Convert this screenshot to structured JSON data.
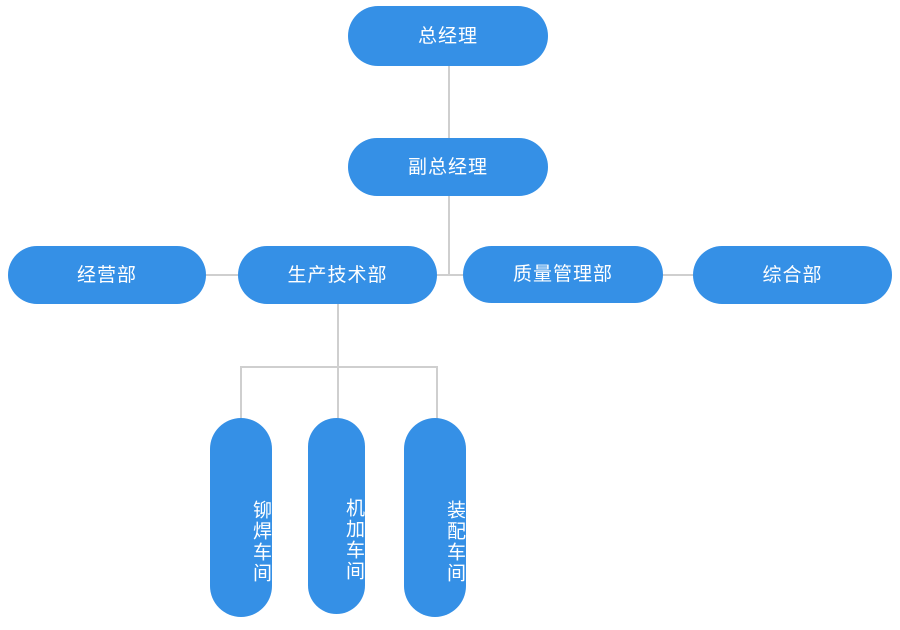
{
  "diagram": {
    "type": "organization-chart",
    "title": "",
    "colors": {
      "node_fill": "#3590e6",
      "node_text": "#ffffff",
      "connector": "#cfcfcf",
      "background": "#ffffff"
    },
    "levels": [
      {
        "level": 1,
        "nodes": [
          {
            "id": "gm",
            "label": "总经理",
            "orientation": "horizontal"
          }
        ]
      },
      {
        "level": 2,
        "nodes": [
          {
            "id": "dgm",
            "label": "副总经理",
            "orientation": "horizontal"
          }
        ]
      },
      {
        "level": 3,
        "nodes": [
          {
            "id": "dept-business",
            "label": "经营部",
            "orientation": "horizontal"
          },
          {
            "id": "dept-production",
            "label": "生产技术部",
            "orientation": "horizontal"
          },
          {
            "id": "dept-quality",
            "label": "质量管理部",
            "orientation": "horizontal"
          },
          {
            "id": "dept-general",
            "label": "综合部",
            "orientation": "horizontal"
          }
        ]
      },
      {
        "level": 4,
        "nodes": [
          {
            "id": "shop-weld",
            "label": "铆焊车间",
            "orientation": "vertical"
          },
          {
            "id": "shop-machining",
            "label": "机加车间",
            "orientation": "vertical"
          },
          {
            "id": "shop-assembly",
            "label": "装配车间",
            "orientation": "vertical"
          }
        ]
      }
    ],
    "edges": [
      {
        "from": "gm",
        "to": "dgm"
      },
      {
        "from": "dgm",
        "to": "dept-business"
      },
      {
        "from": "dgm",
        "to": "dept-production"
      },
      {
        "from": "dgm",
        "to": "dept-quality"
      },
      {
        "from": "dgm",
        "to": "dept-general"
      },
      {
        "from": "dept-production",
        "to": "shop-weld"
      },
      {
        "from": "dept-production",
        "to": "shop-machining"
      },
      {
        "from": "dept-production",
        "to": "shop-assembly"
      }
    ]
  }
}
